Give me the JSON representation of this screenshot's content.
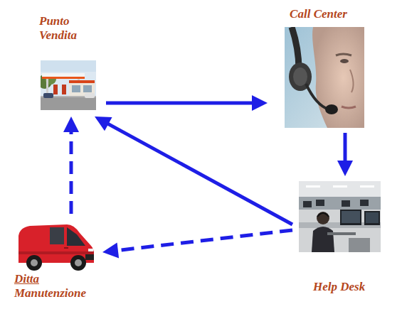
{
  "diagram": {
    "nodes": [
      {
        "text": [
          "Punto Vendita"
        ]
      },
      {
        "text": [
          "Call Center"
        ]
      },
      {
        "text": [
          "Help Desk"
        ]
      },
      {
        "text": [
          "Ditta Manutenzione"
        ]
      }
    ],
    "edges": [
      {
        "from": 0,
        "to": 1,
        "arrow": "to"
      },
      {
        "from": 1,
        "to": 2,
        "arrow": "to"
      },
      {
        "from": 2,
        "to": 0,
        "arrow": "to"
      },
      {
        "from": 2,
        "to": 3,
        "arrow": "to"
      },
      {
        "from": 3,
        "to": 0,
        "arrow": "to"
      }
    ]
  }
}
